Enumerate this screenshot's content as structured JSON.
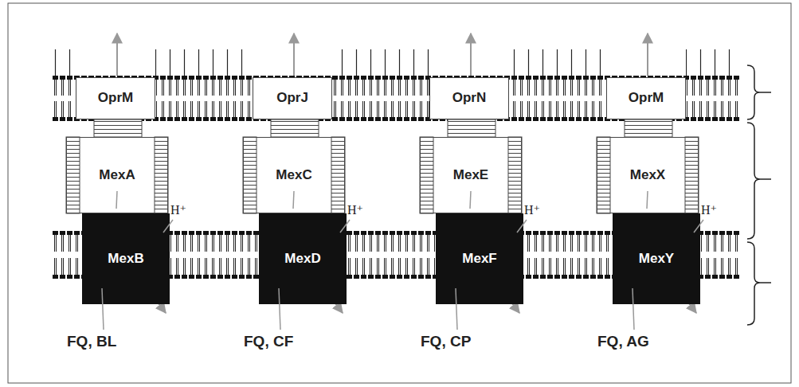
{
  "diagram": {
    "nodes": [
      {
        "text": [
          "OprM"
        ]
      },
      {
        "text": [
          "MexA"
        ]
      },
      {
        "text": [
          "MexB"
        ]
      },
      {
        "text": [
          "OprJ"
        ]
      },
      {
        "text": [
          "MexC"
        ]
      },
      {
        "text": [
          "MexD"
        ]
      },
      {
        "text": [
          "OprN"
        ]
      },
      {
        "text": [
          "MexE"
        ]
      },
      {
        "text": [
          "MexF"
        ]
      },
      {
        "text": [
          "OprM"
        ]
      },
      {
        "text": [
          "MexX"
        ]
      },
      {
        "text": [
          "MexY"
        ]
      }
    ],
    "labels": [
      "H⁺",
      "FQ, BL",
      "H⁺",
      "FQ, CF",
      "H⁺",
      "FQ, CP",
      "H⁺",
      "FQ, AG"
    ]
  }
}
